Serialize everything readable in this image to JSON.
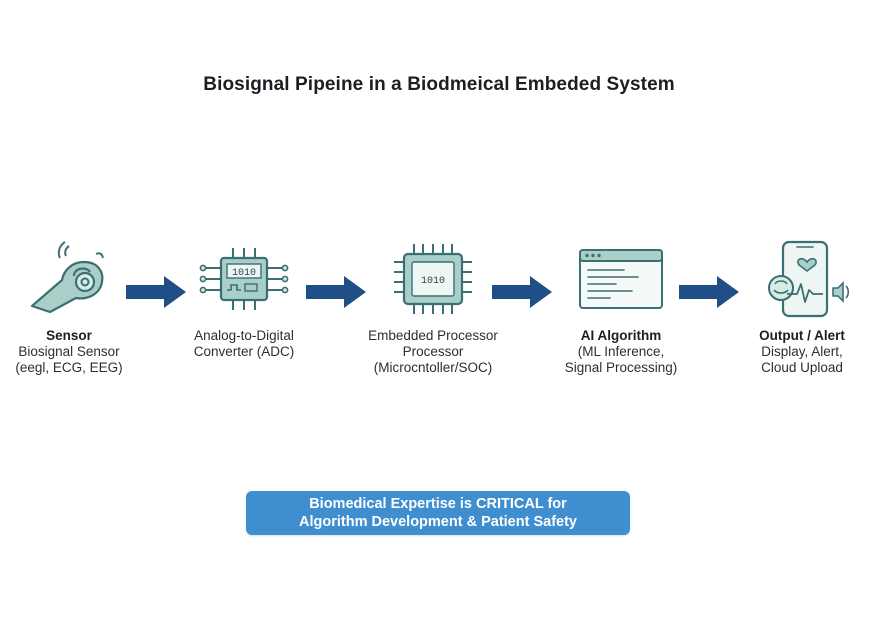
{
  "title": "Biosignal Pipeine in a Biodmeical Embeded System",
  "stages": [
    {
      "icon": "hand-sensor-icon",
      "lines": [
        "Sensor",
        "Biosignal Sensor",
        "(eegl, ECG, EEG)"
      ],
      "bold_first": true
    },
    {
      "icon": "adc-chip-icon",
      "lines": [
        "Analog-to-Digital",
        "Converter (ADC)"
      ],
      "bold_first": false,
      "chip_text": "1010"
    },
    {
      "icon": "processor-chip-icon",
      "lines": [
        "Embedded Processor",
        "Processor",
        "(Microcntoller/SOC)"
      ],
      "bold_first": false,
      "chip_text": "1010"
    },
    {
      "icon": "code-window-icon",
      "lines": [
        "AI Algorithm",
        "(ML Inference,",
        "Signal Processing)"
      ],
      "bold_first": true
    },
    {
      "icon": "phone-alert-icon",
      "lines": [
        "Output / Alert",
        "Display, Alert,",
        "Cloud Upload"
      ],
      "bold_first": true
    }
  ],
  "callout": {
    "line1": "Biomedical Expertise is CRITICAL for",
    "line2": "Algorithm Development & Patient Safety"
  },
  "colors": {
    "arrow": "#1f4f86",
    "icon_stroke": "#3c6f72",
    "icon_fill": "#a9cfc8",
    "callout_bg": "#3f8fd0"
  }
}
